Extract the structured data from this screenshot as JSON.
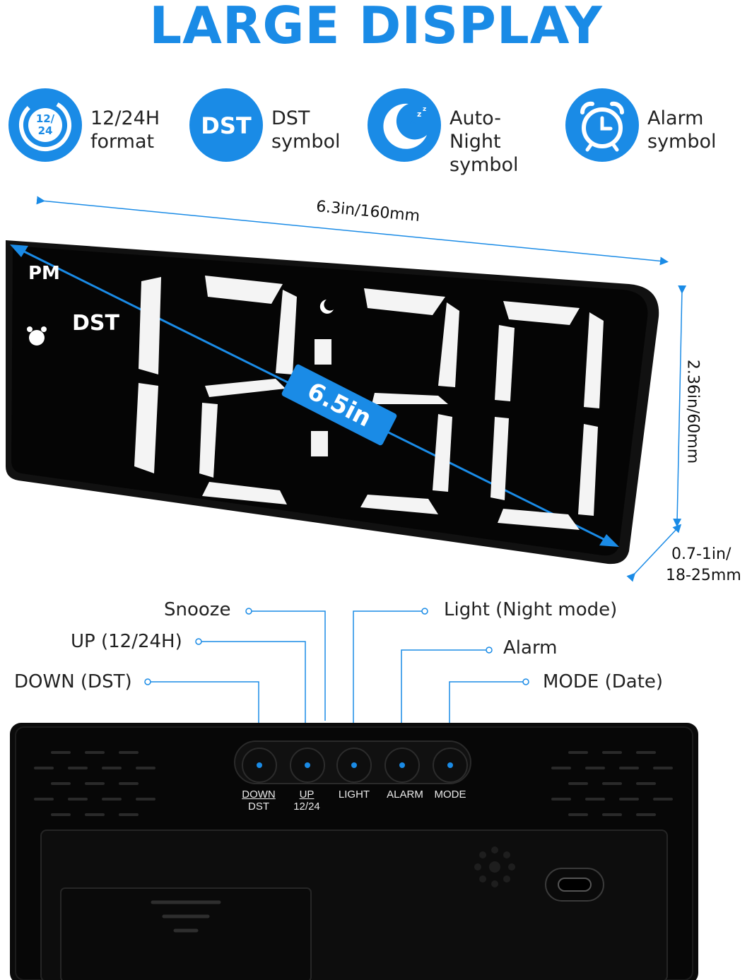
{
  "title": "LARGE DISPLAY",
  "features": [
    {
      "icon": "12-24-clock-icon",
      "badge": "12/\n24",
      "line1": "12/24H",
      "line2": "format"
    },
    {
      "icon": "dst-icon",
      "badge": "DST",
      "line1": "DST",
      "line2": "symbol"
    },
    {
      "icon": "moon-icon",
      "badge": "",
      "line1": "Auto-Night",
      "line2": "symbol"
    },
    {
      "icon": "alarm-clock-icon",
      "badge": "",
      "line1": "Alarm",
      "line2": "symbol"
    }
  ],
  "display": {
    "pm": "PM",
    "dst": "DST",
    "time": "12:30",
    "diagonal": "6.5in"
  },
  "dimensions": {
    "width": "6.3in/160mm",
    "height": "2.36in/60mm",
    "depth_line1": "0.7-1in/",
    "depth_line2": "18-25mm"
  },
  "button_callouts": {
    "snooze": "Snooze",
    "up": "UP (12/24H)",
    "down": "DOWN (DST)",
    "light": "Light (Night mode)",
    "alarm": "Alarm",
    "mode": "MODE (Date)"
  },
  "back_keys": {
    "down_top": "DOWN",
    "down_bottom": "DST",
    "up_top": "UP",
    "up_bottom": "12/24",
    "light": "LIGHT",
    "alarm": "ALARM",
    "mode": "MODE"
  },
  "colors": {
    "accent": "#1a8be6",
    "clock_body": "#0a0a0a",
    "digits": "#ffffff"
  }
}
